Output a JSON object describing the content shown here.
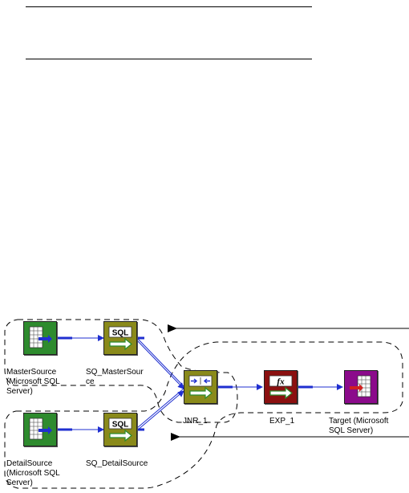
{
  "colors": {
    "source_green": "#2e8b2e",
    "sq_olive": "#8a8a1a",
    "jnr_olive": "#8a8a1a",
    "exp_red": "#8b1010",
    "target_purple": "#8b0a8b",
    "link_blue": "#1f2fd0"
  },
  "nodes": {
    "master_source": {
      "label": "MasterSource\n(Microsoft SQL\nServer)",
      "icon": "source-table-icon"
    },
    "sq_master": {
      "label": "SQ_MasterSour\nce",
      "icon_text": "SQL",
      "icon": "source-qualifier-icon"
    },
    "detail_source": {
      "label": "DetailSource\n(Microsoft SQL\nServer)",
      "icon": "source-table-icon"
    },
    "sq_detail": {
      "label": "SQ_DetailSource",
      "icon_text": "SQL",
      "icon": "source-qualifier-icon"
    },
    "jnr": {
      "label": "JNR_1",
      "icon": "joiner-icon"
    },
    "exp": {
      "label": "EXP_1",
      "icon_text": "fx",
      "icon": "expression-icon"
    },
    "target": {
      "label": "Target (Microsoft\nSQL Server)",
      "icon": "target-table-icon"
    }
  }
}
